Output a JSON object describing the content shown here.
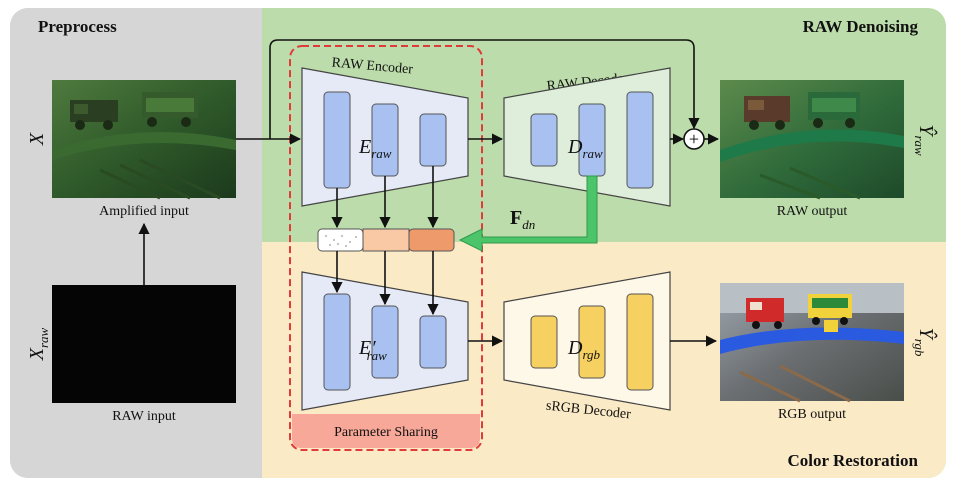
{
  "sections": {
    "preprocess": "Preprocess",
    "raw_denoising": "RAW Denoising",
    "color_restoration": "Color Restoration"
  },
  "inputs": {
    "x_main": "X",
    "x_raw_main": "X",
    "x_raw_sub": "raw",
    "amplified_caption": "Amplified input",
    "raw_caption": "RAW input"
  },
  "raw_encoder": {
    "title": "RAW Encoder",
    "symbol_main": "E",
    "symbol_sub": "raw"
  },
  "raw_decoder": {
    "title": "RAW Decoder",
    "symbol_main": "D",
    "symbol_sub": "raw"
  },
  "shared_encoder": {
    "symbol_main": "E",
    "symbol_prime": "′",
    "symbol_sub": "raw"
  },
  "srgb_decoder": {
    "title": "sRGB Decoder",
    "symbol_main": "D",
    "symbol_sub": "rgb"
  },
  "feature": {
    "symbol_main": "F",
    "symbol_sub": "dn"
  },
  "parameter_sharing": "Parameter Sharing",
  "outputs": {
    "raw_main": "Ŷ",
    "raw_sub": "raw",
    "raw_caption": "RAW output",
    "rgb_main": "Ŷ",
    "rgb_sub": "rgb",
    "rgb_caption": "RGB output"
  },
  "plus_symbol": "+",
  "colors": {
    "preprocess_bg": "#d6d6d6",
    "denoise_bg": "#bcdcab",
    "restore_bg": "#fbeac6",
    "encoder_fill": "#e6eaf7",
    "decoder_green_fill": "#dfeeda",
    "decoder_yellow_fill": "#fdf8e8",
    "block_blue": "#a9c1f0",
    "block_yellow": "#f6d060",
    "sharing_red": "#e03a3a",
    "sharing_fill": "#f7a898",
    "arrow_green": "#4cc56a"
  }
}
